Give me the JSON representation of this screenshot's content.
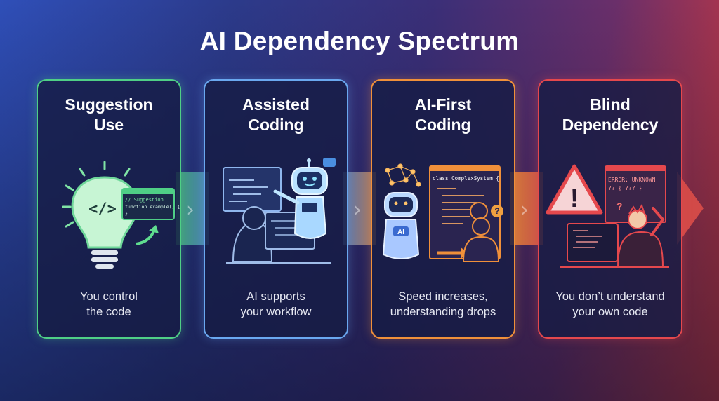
{
  "title": "AI Dependency Spectrum",
  "colors": {
    "suggestion": "#4fcf86",
    "assisted": "#6aa8f0",
    "ai_first": "#f0903a",
    "blind": "#e5484d"
  },
  "stages": [
    {
      "title_line1": "Suggestion",
      "title_line2": "Use",
      "desc_line1": "You control",
      "desc_line2": "the code",
      "icon": "lightbulb-code-icon",
      "code": [
        "// Suggestion",
        "function example() {",
        "} ..."
      ],
      "glyph": "</>"
    },
    {
      "title_line1": "Assisted",
      "title_line2": "Coding",
      "desc_line1": "AI supports",
      "desc_line2": "your workflow",
      "icon": "robot-assistant-icon"
    },
    {
      "title_line1": "AI-First",
      "title_line2": "Coding",
      "desc_line1": "Speed increases,",
      "desc_line2": "understanding drops",
      "icon": "ai-robot-network-icon",
      "code": [
        "class ComplexSystem {"
      ],
      "badge": "AI",
      "question": "?"
    },
    {
      "title_line1": "Blind",
      "title_line2": "Dependency",
      "desc_line1": "You don’t understand",
      "desc_line2": "your own code",
      "icon": "warning-confused-dev-icon",
      "code": [
        "ERROR: UNKNOWN",
        "?? { ??? }"
      ],
      "question": "?",
      "warning": "!"
    }
  ]
}
